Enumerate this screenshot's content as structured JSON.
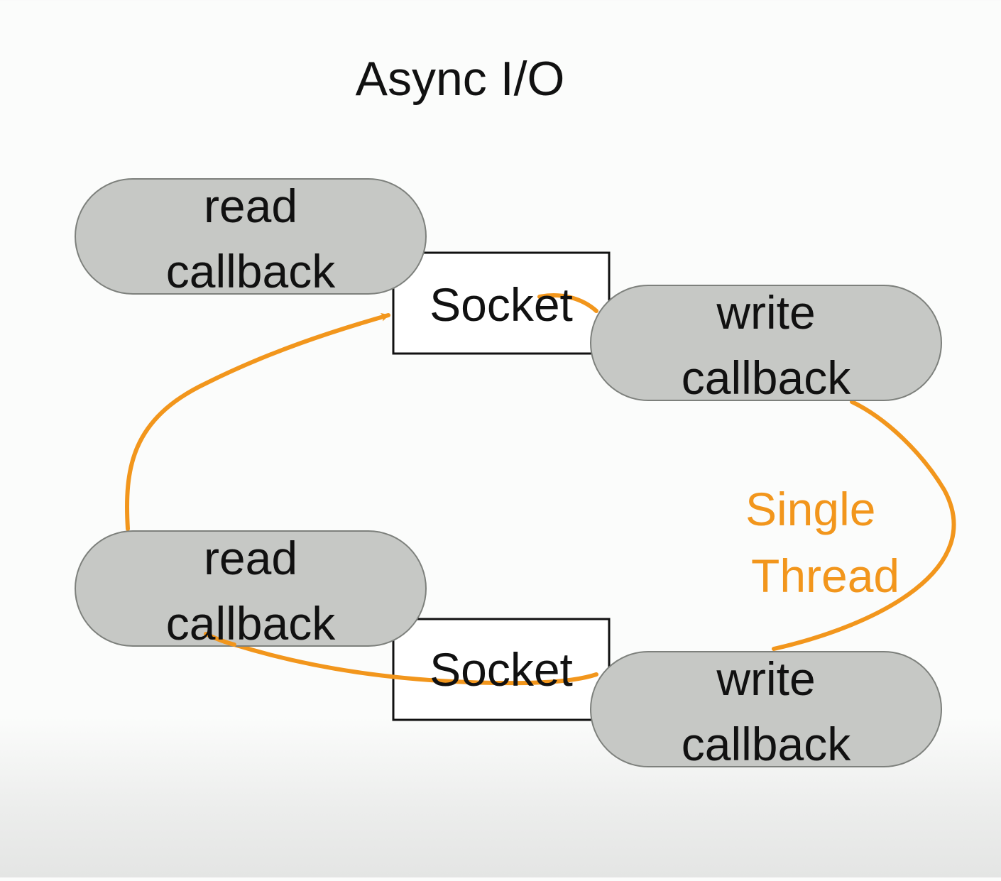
{
  "title": "Async I/O",
  "nodes": {
    "read_callback_top": {
      "line1": "read",
      "line2": "callback"
    },
    "socket_top": {
      "label": "Socket"
    },
    "write_callback_top": {
      "line1": "write",
      "line2": "callback"
    },
    "read_callback_bottom": {
      "line1": "read",
      "line2": "callback"
    },
    "socket_bottom": {
      "label": "Socket"
    },
    "write_callback_bottom": {
      "line1": "write",
      "line2": "callback"
    }
  },
  "thread_label": {
    "line1": "Single",
    "line2": "Thread"
  },
  "colors": {
    "thread_path": "#f2961c",
    "callback_fill": "#c6c8c5",
    "callback_stroke": "#7d807c",
    "socket_stroke": "#111111",
    "text": "#111111"
  }
}
